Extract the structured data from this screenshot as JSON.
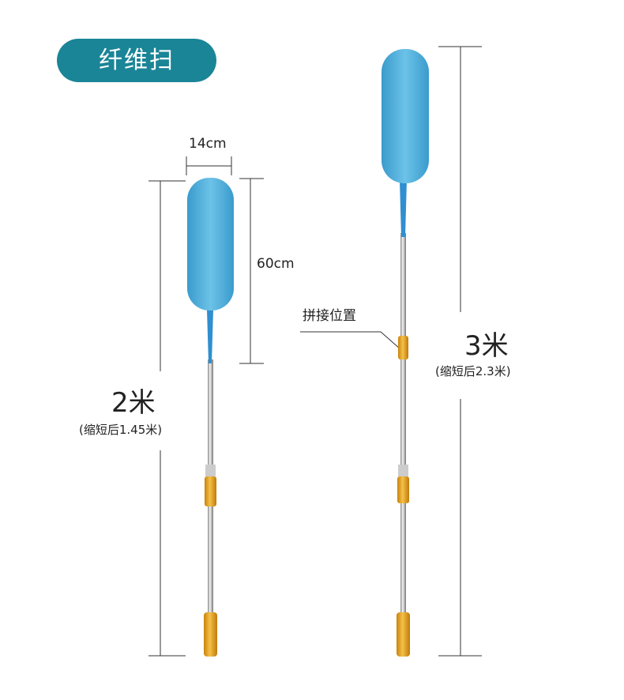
{
  "title": "纤维扫",
  "dimensions": {
    "head_width": "14cm",
    "head_length": "60cm",
    "short_length": "2米",
    "short_retracted": "(缩短后1.45米)",
    "long_length": "3米",
    "long_retracted": "(缩短后2.3米)",
    "joint_label": "拼接位置"
  },
  "colors": {
    "badge": "#1a8597",
    "head": "#4fb0dc",
    "gold": "#e8a41c"
  }
}
